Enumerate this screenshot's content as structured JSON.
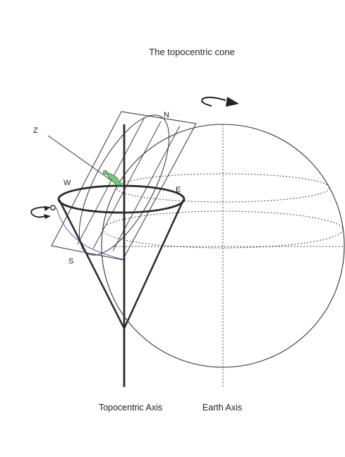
{
  "title": "The topocentric cone",
  "labels": {
    "zenith": "Z",
    "north": "N",
    "west": "W",
    "east": "E",
    "south": "S"
  },
  "captions": {
    "topocentric_axis": "Topocentric Axis",
    "earth_axis": "Earth Axis"
  },
  "colors": {
    "line": "#2e2e2e",
    "observer": "#3f9a3f",
    "orbit": "#5a5ab0"
  }
}
